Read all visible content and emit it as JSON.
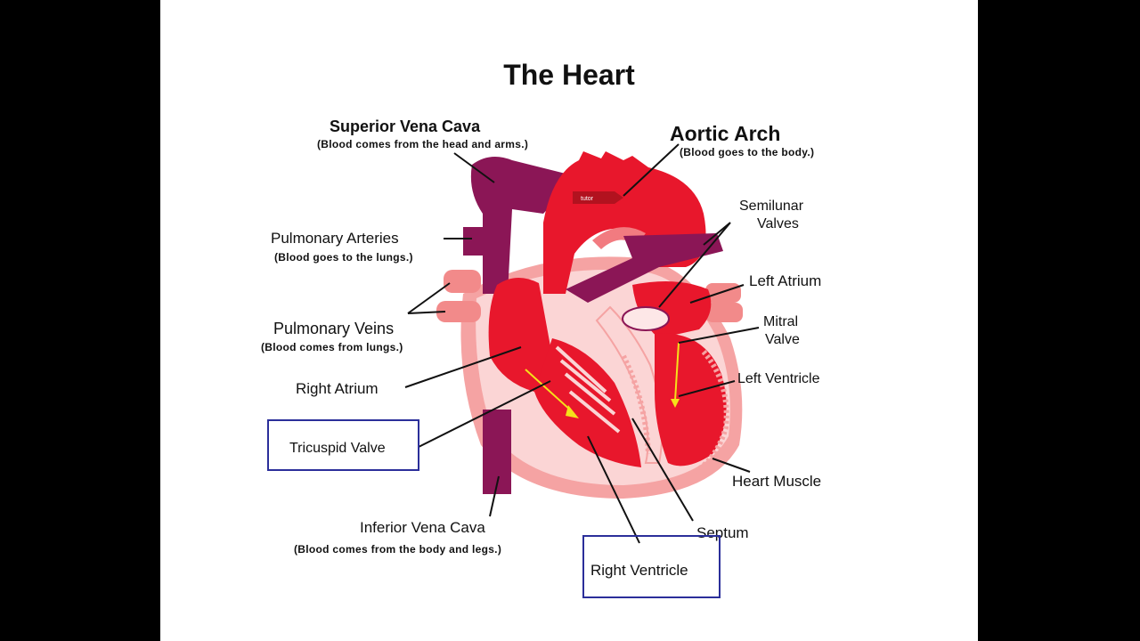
{
  "title": "The Heart",
  "labels": {
    "superior_vena_cava": "Superior Vena Cava",
    "superior_vena_cava_note": "(Blood comes from the head and arms.)",
    "aortic_arch": "Aortic Arch",
    "aortic_arch_note": "(Blood goes to the body.)",
    "semilunar_valves_1": "Semilunar",
    "semilunar_valves_2": "Valves",
    "pulmonary_arteries": "Pulmonary Arteries",
    "pulmonary_arteries_note": "(Blood goes to the lungs.)",
    "left_atrium": "Left Atrium",
    "pulmonary_veins": "Pulmonary Veins",
    "pulmonary_veins_note": "(Blood comes from lungs.)",
    "mitral_valve_1": "Mitral",
    "mitral_valve_2": "Valve",
    "right_atrium": "Right Atrium",
    "left_ventricle": "Left Ventricle",
    "tricuspid_valve": "Tricuspid Valve",
    "heart_muscle": "Heart Muscle",
    "inferior_vena_cava": "Inferior Vena Cava",
    "inferior_vena_cava_note": "(Blood comes from the body and legs.)",
    "septum": "Septum",
    "right_ventricle": "Right Ventricle",
    "tag": "tutor"
  },
  "colors": {
    "slide_bg": "#ffffff",
    "letterbox": "#000000",
    "vein_purple": "#8b1656",
    "heart_red": "#e8172c",
    "bright_red": "#f23a4a",
    "light_pink": "#f7b9b9",
    "muscle_pink": "#f5a3a3",
    "highlight_box": "#2b2f9a",
    "arrow_yellow": "#f5e21a"
  }
}
